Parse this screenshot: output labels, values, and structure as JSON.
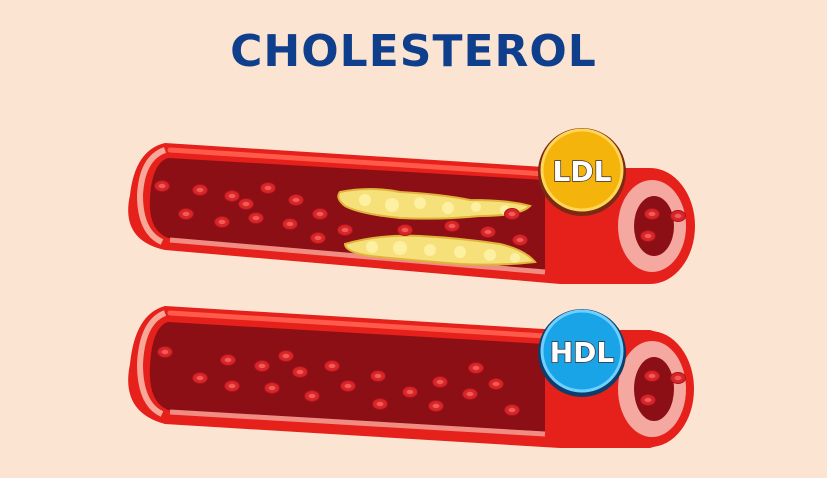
{
  "title": "CHOLESTEROL",
  "badges": {
    "ldl": {
      "label": "LDL",
      "color": "#f5b40c"
    },
    "hdl": {
      "label": "HDL",
      "color": "#1aa4e8"
    }
  },
  "colors": {
    "background": "#fbe5d2",
    "title": "#0f3e8c",
    "vessel_wall": "#e6201a",
    "vessel_inner": "#8b0f14",
    "blood_cell": "#d8252a",
    "plaque": "#f6e07a"
  }
}
